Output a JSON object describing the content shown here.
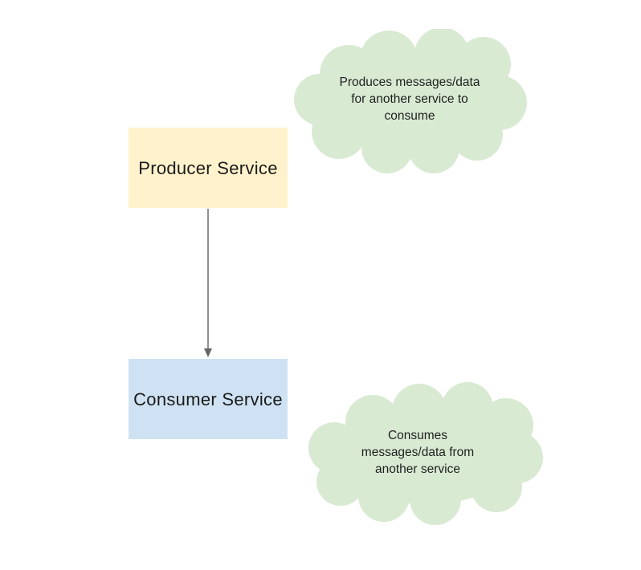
{
  "producer": {
    "label": "Producer Service",
    "fill": "#fff2cc"
  },
  "consumer": {
    "label": "Consumer Service",
    "fill": "#cfe2f3"
  },
  "connector": {
    "color": "#777777",
    "from": "Producer Service",
    "to": "Consumer Service"
  },
  "notes": {
    "fill": "#d9ead3",
    "producer_note": "Produces messages/data for another service to consume",
    "consumer_note": "Consumes messages/data from another service"
  }
}
